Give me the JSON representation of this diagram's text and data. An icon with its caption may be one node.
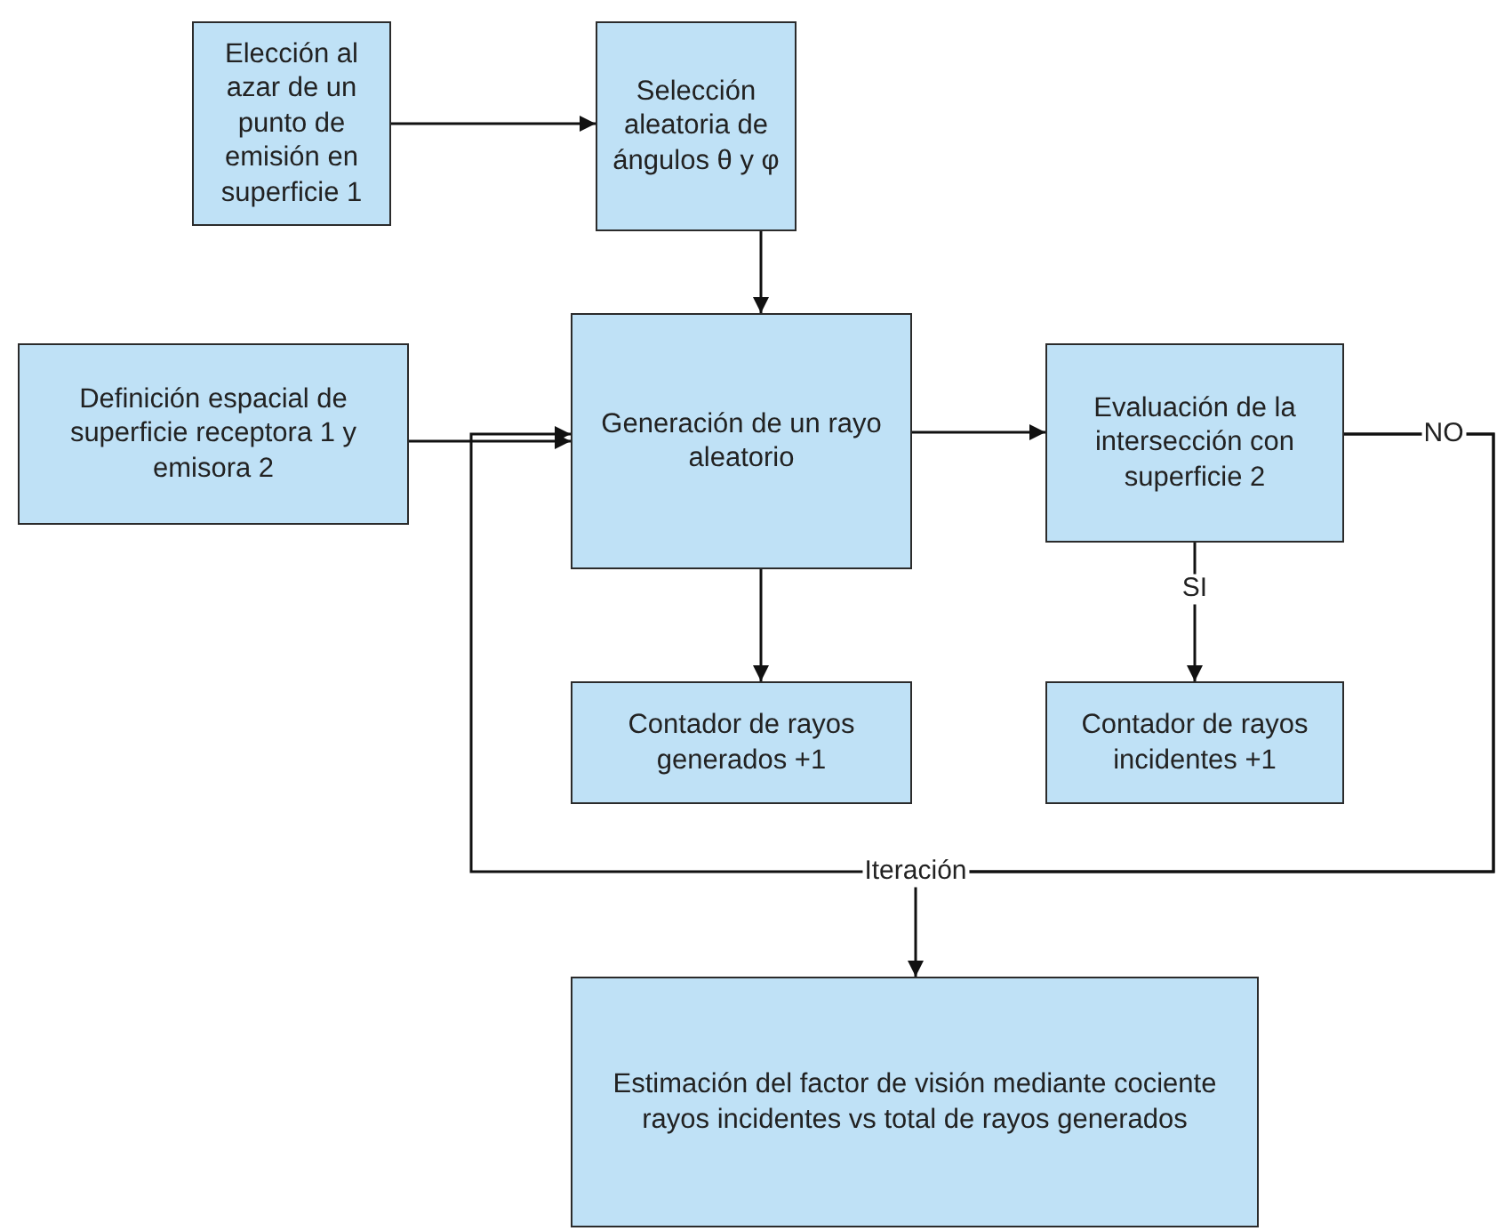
{
  "diagram": {
    "nodes": [
      {
        "text": [
          "Elección al azar de un punto de emisión en superficie 1"
        ]
      },
      {
        "text": [
          "Selección aleatoria de ángulos θ y φ"
        ]
      },
      {
        "text": [
          "Definición espacial de superficie receptora 1 y emisora 2"
        ]
      },
      {
        "text": [
          "Generación de un rayo aleatorio"
        ]
      },
      {
        "text": [
          "Evaluación de la intersección con superficie 2"
        ]
      },
      {
        "text": [
          "Contador de rayos generados +1"
        ]
      },
      {
        "text": [
          "Contador de rayos incidentes +1"
        ]
      },
      {
        "text": [
          "Estimación del factor de visión mediante cociente rayos incidentes vs total de rayos generados"
        ]
      }
    ],
    "edges": [
      {
        "from": 0,
        "to": 1,
        "arrow": "to"
      },
      {
        "from": 1,
        "to": 3,
        "arrow": "to"
      },
      {
        "from": 2,
        "to": 3,
        "arrow": "to"
      },
      {
        "from": 3,
        "to": 5,
        "arrow": "to"
      },
      {
        "from": 3,
        "to": 4,
        "arrow": "to"
      },
      {
        "from": 4,
        "to": 6,
        "arrow": "to",
        "label": "SI"
      },
      {
        "from": 4,
        "to": 3,
        "arrow": "to",
        "label": "NO"
      },
      {
        "from": 4,
        "to": 7,
        "arrow": "to",
        "label": "Iteración"
      }
    ]
  }
}
